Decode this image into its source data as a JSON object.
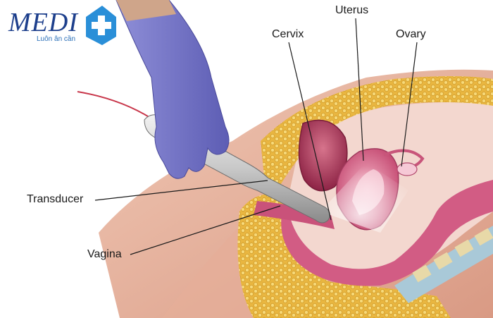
{
  "logo": {
    "wordmark": "MEDI",
    "tagline": "Luôn ân cần",
    "icon": "medical-cross-icon",
    "colors": {
      "primary": "#1d3f8c",
      "accent": "#2a8fd8"
    }
  },
  "labels": {
    "uterus": "Uterus",
    "cervix": "Cervix",
    "ovary": "Ovary",
    "transducer": "Transducer",
    "vagina": "Vagina"
  }
}
